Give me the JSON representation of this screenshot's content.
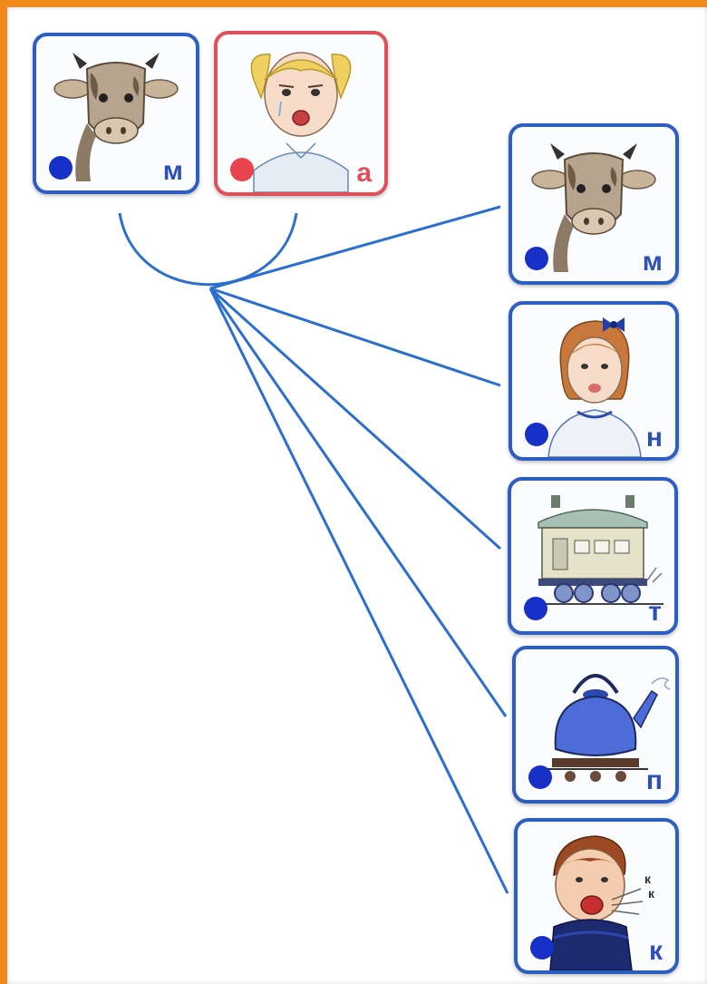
{
  "colors": {
    "line": "#2a6fd0",
    "blue_dot": "#1730c8",
    "red_dot": "#e8434e",
    "blue_border": "#2d5fc2",
    "red_border": "#e0505a"
  },
  "syllable": [
    {
      "picture": "cow",
      "letter": "м",
      "dot": "blue"
    },
    {
      "picture": "crying-girl",
      "letter": "а",
      "dot": "red"
    }
  ],
  "options": [
    {
      "picture": "cow",
      "letter": "м",
      "dot": "blue"
    },
    {
      "picture": "girl-with-bow",
      "letter": "н",
      "dot": "blue"
    },
    {
      "picture": "train-car",
      "letter": "т",
      "dot": "blue"
    },
    {
      "picture": "kettle",
      "letter": "п",
      "dot": "blue"
    },
    {
      "picture": "coughing-boy",
      "letter": "к",
      "dot": "blue"
    }
  ]
}
